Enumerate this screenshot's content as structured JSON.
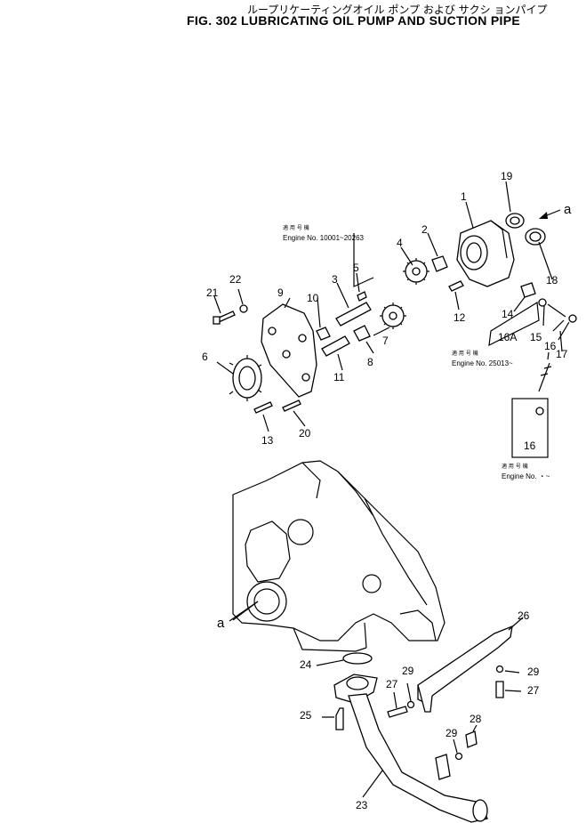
{
  "title": {
    "japanese": "ループリケーティングオイル ポンプ および サクシ ョンパイプ",
    "english": "FIG. 302  LUBRICATING OIL PUMP AND SUCTION PIPE"
  },
  "serial_notes": [
    {
      "jp": "適 用 号 機",
      "en": "Engine No. 10001~20263"
    },
    {
      "jp": "適 用 号 機",
      "en": "Engine No. 25013~"
    },
    {
      "jp": "適 用 号 機",
      "en": "Engine No. ・~"
    }
  ],
  "labels": {
    "p1": "1",
    "p2": "2",
    "p4": "4",
    "p5": "5",
    "p3": "3",
    "p7": "7",
    "p8": "8",
    "p9": "9",
    "p10": "10",
    "p11": "11",
    "p12": "12",
    "p13": "13",
    "p14": "14",
    "p15": "15",
    "p16a": "16A",
    "p16": "16",
    "p16b": "16",
    "p17": "17",
    "p18": "18",
    "p19": "19",
    "p6": "6",
    "p20": "20",
    "p21": "21",
    "p22": "22",
    "p23": "23",
    "p24": "24",
    "p25": "25",
    "p26": "26",
    "p27a": "27",
    "p27b": "27",
    "p28": "28",
    "p29a": "29",
    "p29b": "29",
    "p29c": "29",
    "a_top": "a",
    "a_left": "a"
  }
}
